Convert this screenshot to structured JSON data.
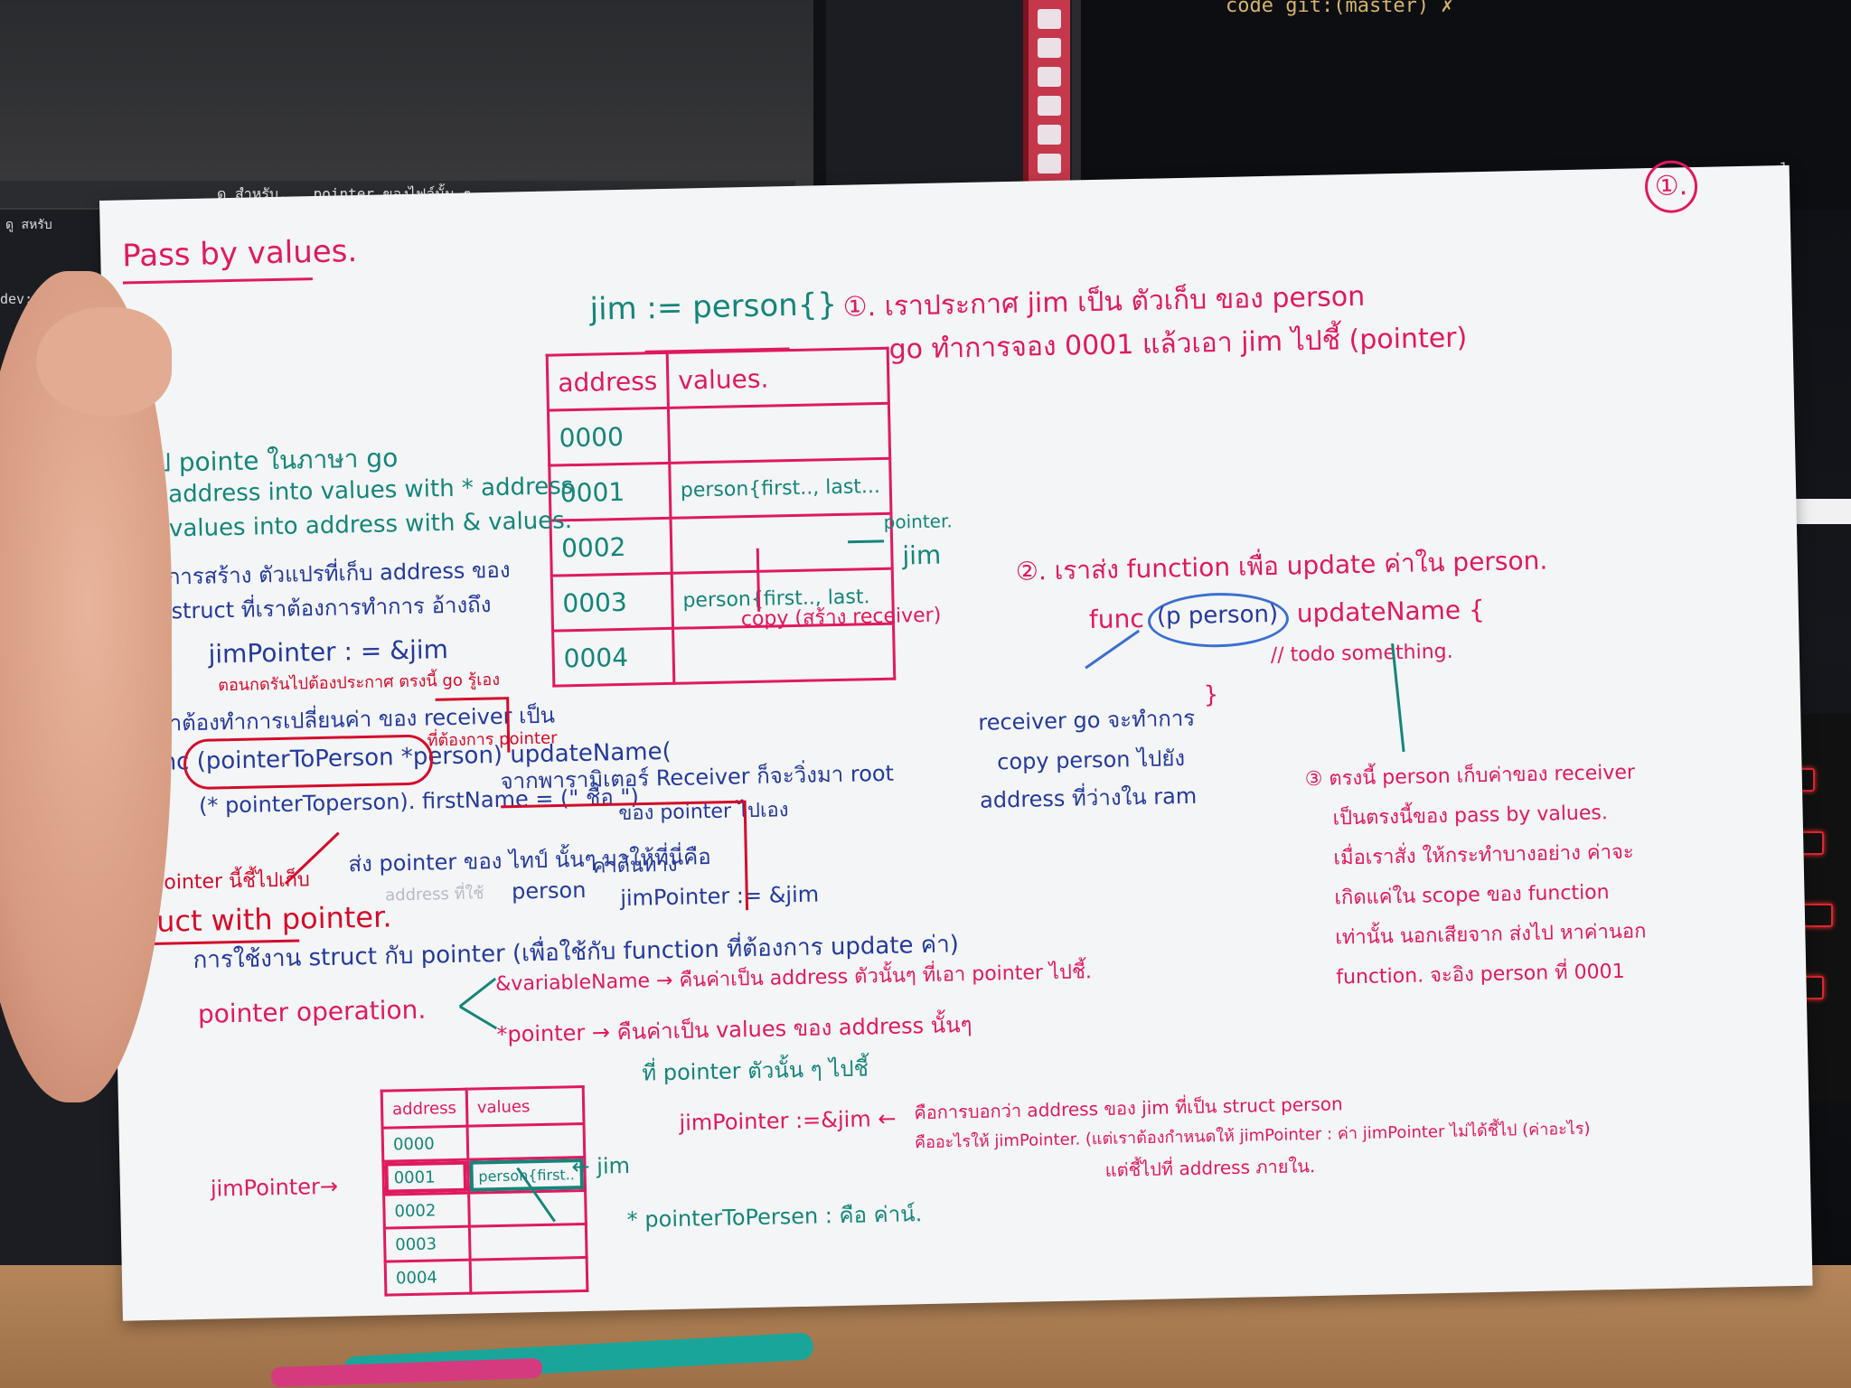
{
  "background": {
    "terminal_title": "ดู สำหรับ... pointer ของไฟล์นั้น ๆ",
    "terminal_prompt": "dev:~/Pro",
    "code_text": "code git:(master) ✗",
    "line_number": "1"
  },
  "page_number": "①.",
  "title": "Pass by values.",
  "left_notes": {
    "summary_heading": "* สรุป pointe ในภาษา go",
    "rule_1": "Turn address into values with * address",
    "rule_2": "Turn values into address with & values.",
    "step_1": "①. ทำการสร้าง ตัวแปรที่เก็บ address ของ",
    "step_1_cont": "struct ที่เราต้องการทำการ อ้างถึง",
    "jim_pointer": "jimPointer : = &jim",
    "jim_pointer_note": "ตอนกดรันไปต้องประกาศ ตรงนี้ go รู้เอง",
    "step_2": "② เวลาต้องทำการเปลี่ยนค่า ของ receiver เป็น",
    "func_line": "func (pointerToPerson *person) updateName(",
    "deref_line": "(* pointerToperson). firstName = (\" ชื่อ \")",
    "brace": "}",
    "pointer_value": "ค่าที่pointer นี้ชี้ไปเก็บ",
    "struct_with_pointer": "struct with pointer.",
    "send_pointer": "ส่ง pointer ของ ไทป์ นั้นๆ มาให้ที่นี่คือ",
    "address_faint": "address ที่ใช้",
    "person_label": "person",
    "receiver_side": "ที่ต้องการ pointer",
    "receiver_note": "จากพารามิเตอร์ Receiver ก็จะวิ่งมา root",
    "receiver_note_2": "ของ pointer ไปเอง",
    "original_value": "ค่าต้นทาง",
    "jim_pointer_2": "jimPointer := &jim"
  },
  "top_center": {
    "declaration": "jim := person{}",
    "step_1": "①. เราประกาศ jim เป็น ตัวเก็บ ของ person",
    "step_1_cont": "go ทำการจอง 0001 แล้วเอา jim ไปชี้ (pointer)"
  },
  "main_table": {
    "headers": [
      "address",
      "values."
    ],
    "rows": [
      {
        "address": "0000",
        "value": ""
      },
      {
        "address": "0001",
        "value": "person{first.., last..."
      },
      {
        "address": "0002",
        "value": ""
      },
      {
        "address": "0003",
        "value": "person{first.., last."
      },
      {
        "address": "0004",
        "value": ""
      }
    ],
    "pointer_label": "pointer.",
    "jim_label": "jim",
    "copy_label": "copy (สร้าง receiver)"
  },
  "right_notes": {
    "step_2": "②. เราส่ง function เพื่อ update ค่าใน person.",
    "func_open": "func",
    "cloud_text": "(p person)",
    "update_name": "updateName {",
    "todo": "// todo something.",
    "close_brace": "}",
    "receiver_1": "receiver go จะทำการ",
    "receiver_2": "copy person ไปยัง",
    "receiver_3": "address ที่ว่างใน ram",
    "step_3_1": "③ ตรงนี้ person เก็บค่าของ receiver",
    "step_3_2": "เป็นตรงนี้ของ pass by values.",
    "step_3_3": "เมื่อเราสั่ง ให้กระทำบางอย่าง ค่าจะ",
    "step_3_4": "เกิดแค่ใน scope ของ function",
    "step_3_5": "เท่านั้น นอกเสียจาก ส่งไป หาค่านอก",
    "step_3_6": "function. จะอิง person ที่ 0001"
  },
  "bottom_notes": {
    "usage": "การใช้งาน struct กับ pointer (เพื่อใช้กับ function ที่ต้องการ update ค่า)",
    "pointer_operation": "pointer operation.",
    "op_1": "&variableName → คืนค่าเป็น address ตัวนั้นๆ ที่เอา pointer ไปชี้.",
    "op_2": "*pointer → คืนค่าเป็น values ของ address นั้นๆ",
    "op_2_cont": "ที่ pointer ตัวนั้น ๆ ไปชี้",
    "jim_pointer_3": "jimPointer :=&jim ←",
    "explain_1": "คือการบอกว่า address ของ jim ที่เป็น struct person",
    "explain_2": "คืออะไรให้ jimPointer. (แต่เราต้องกำหนดให้ jimPointer : ค่า jimPointer ไม่ได้ชี้ไป (ค่าอะไร)",
    "explain_3": "แต่ชี้ไปที่ address ภายใน.",
    "deref_note": "* pointerToPersen : คือ ค่าน์."
  },
  "small_table": {
    "headers": [
      "address",
      "values"
    ],
    "rows": [
      {
        "address": "0000",
        "value": ""
      },
      {
        "address": "0001",
        "value": "person{first.."
      },
      {
        "address": "0002",
        "value": ""
      },
      {
        "address": "0003",
        "value": ""
      },
      {
        "address": "0004",
        "value": ""
      }
    ],
    "jim_pointer_label": "jimPointer→",
    "jim_label": "← jim"
  },
  "colors": {
    "pink": "#e0195f",
    "teal": "#14857a",
    "blue": "#243a9c",
    "red": "#d40b2a"
  }
}
